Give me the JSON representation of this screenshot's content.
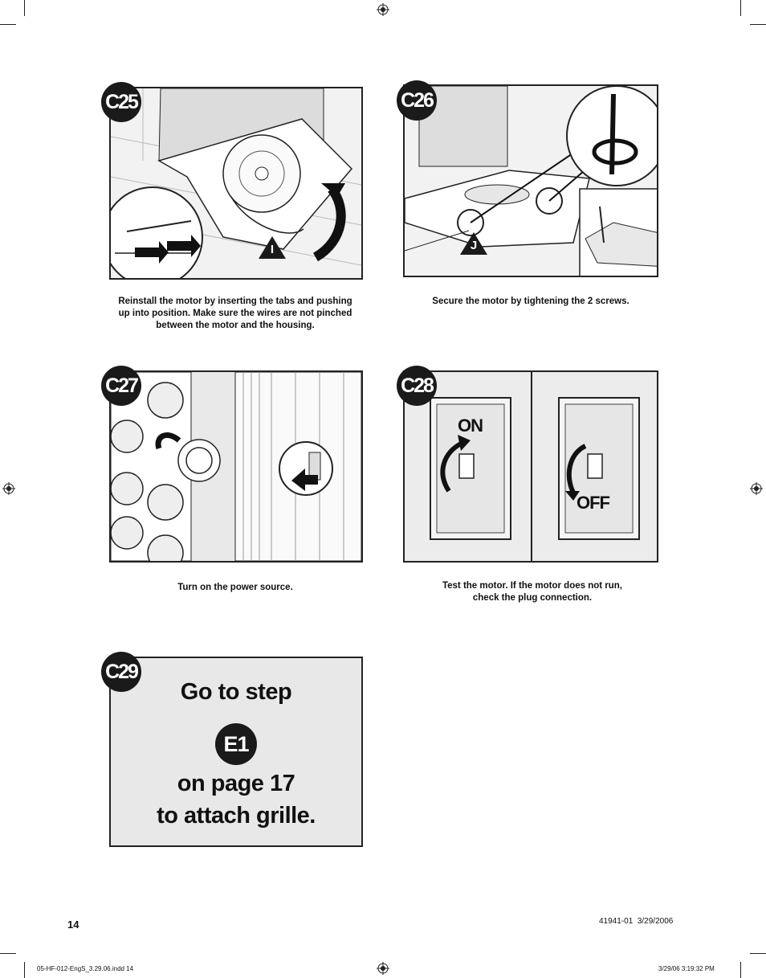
{
  "steps": {
    "c25": {
      "badge": "C25",
      "callout": "I",
      "caption": "Reinstall the motor by inserting the tabs and pushing up into position. Make sure the wires are not pinched between the motor and the housing."
    },
    "c26": {
      "badge": "C26",
      "callout": "J",
      "caption": "Secure the motor by tightening the 2 screws."
    },
    "c27": {
      "badge": "C27",
      "caption": "Turn on the power source."
    },
    "c28": {
      "badge": "C28",
      "on_label": "ON",
      "off_label": "OFF",
      "caption": "Test the motor. If the motor does not run, check the plug connection."
    },
    "c29": {
      "badge": "C29",
      "line1": "Go to step",
      "step_ref": "E1",
      "line2": "on page 17",
      "line3": "to attach grille."
    }
  },
  "page": {
    "number": "14",
    "doc_id": "41941-01",
    "doc_date": "3/29/2006"
  },
  "footer": {
    "file": "05-HF-012-EngS_3.29.06.indd   14",
    "stamp": "3/29/06   3:19:32 PM"
  },
  "colors": {
    "badge": "#1a1a1a",
    "panel_fill": "#e9e9e9",
    "ink": "#111111"
  }
}
